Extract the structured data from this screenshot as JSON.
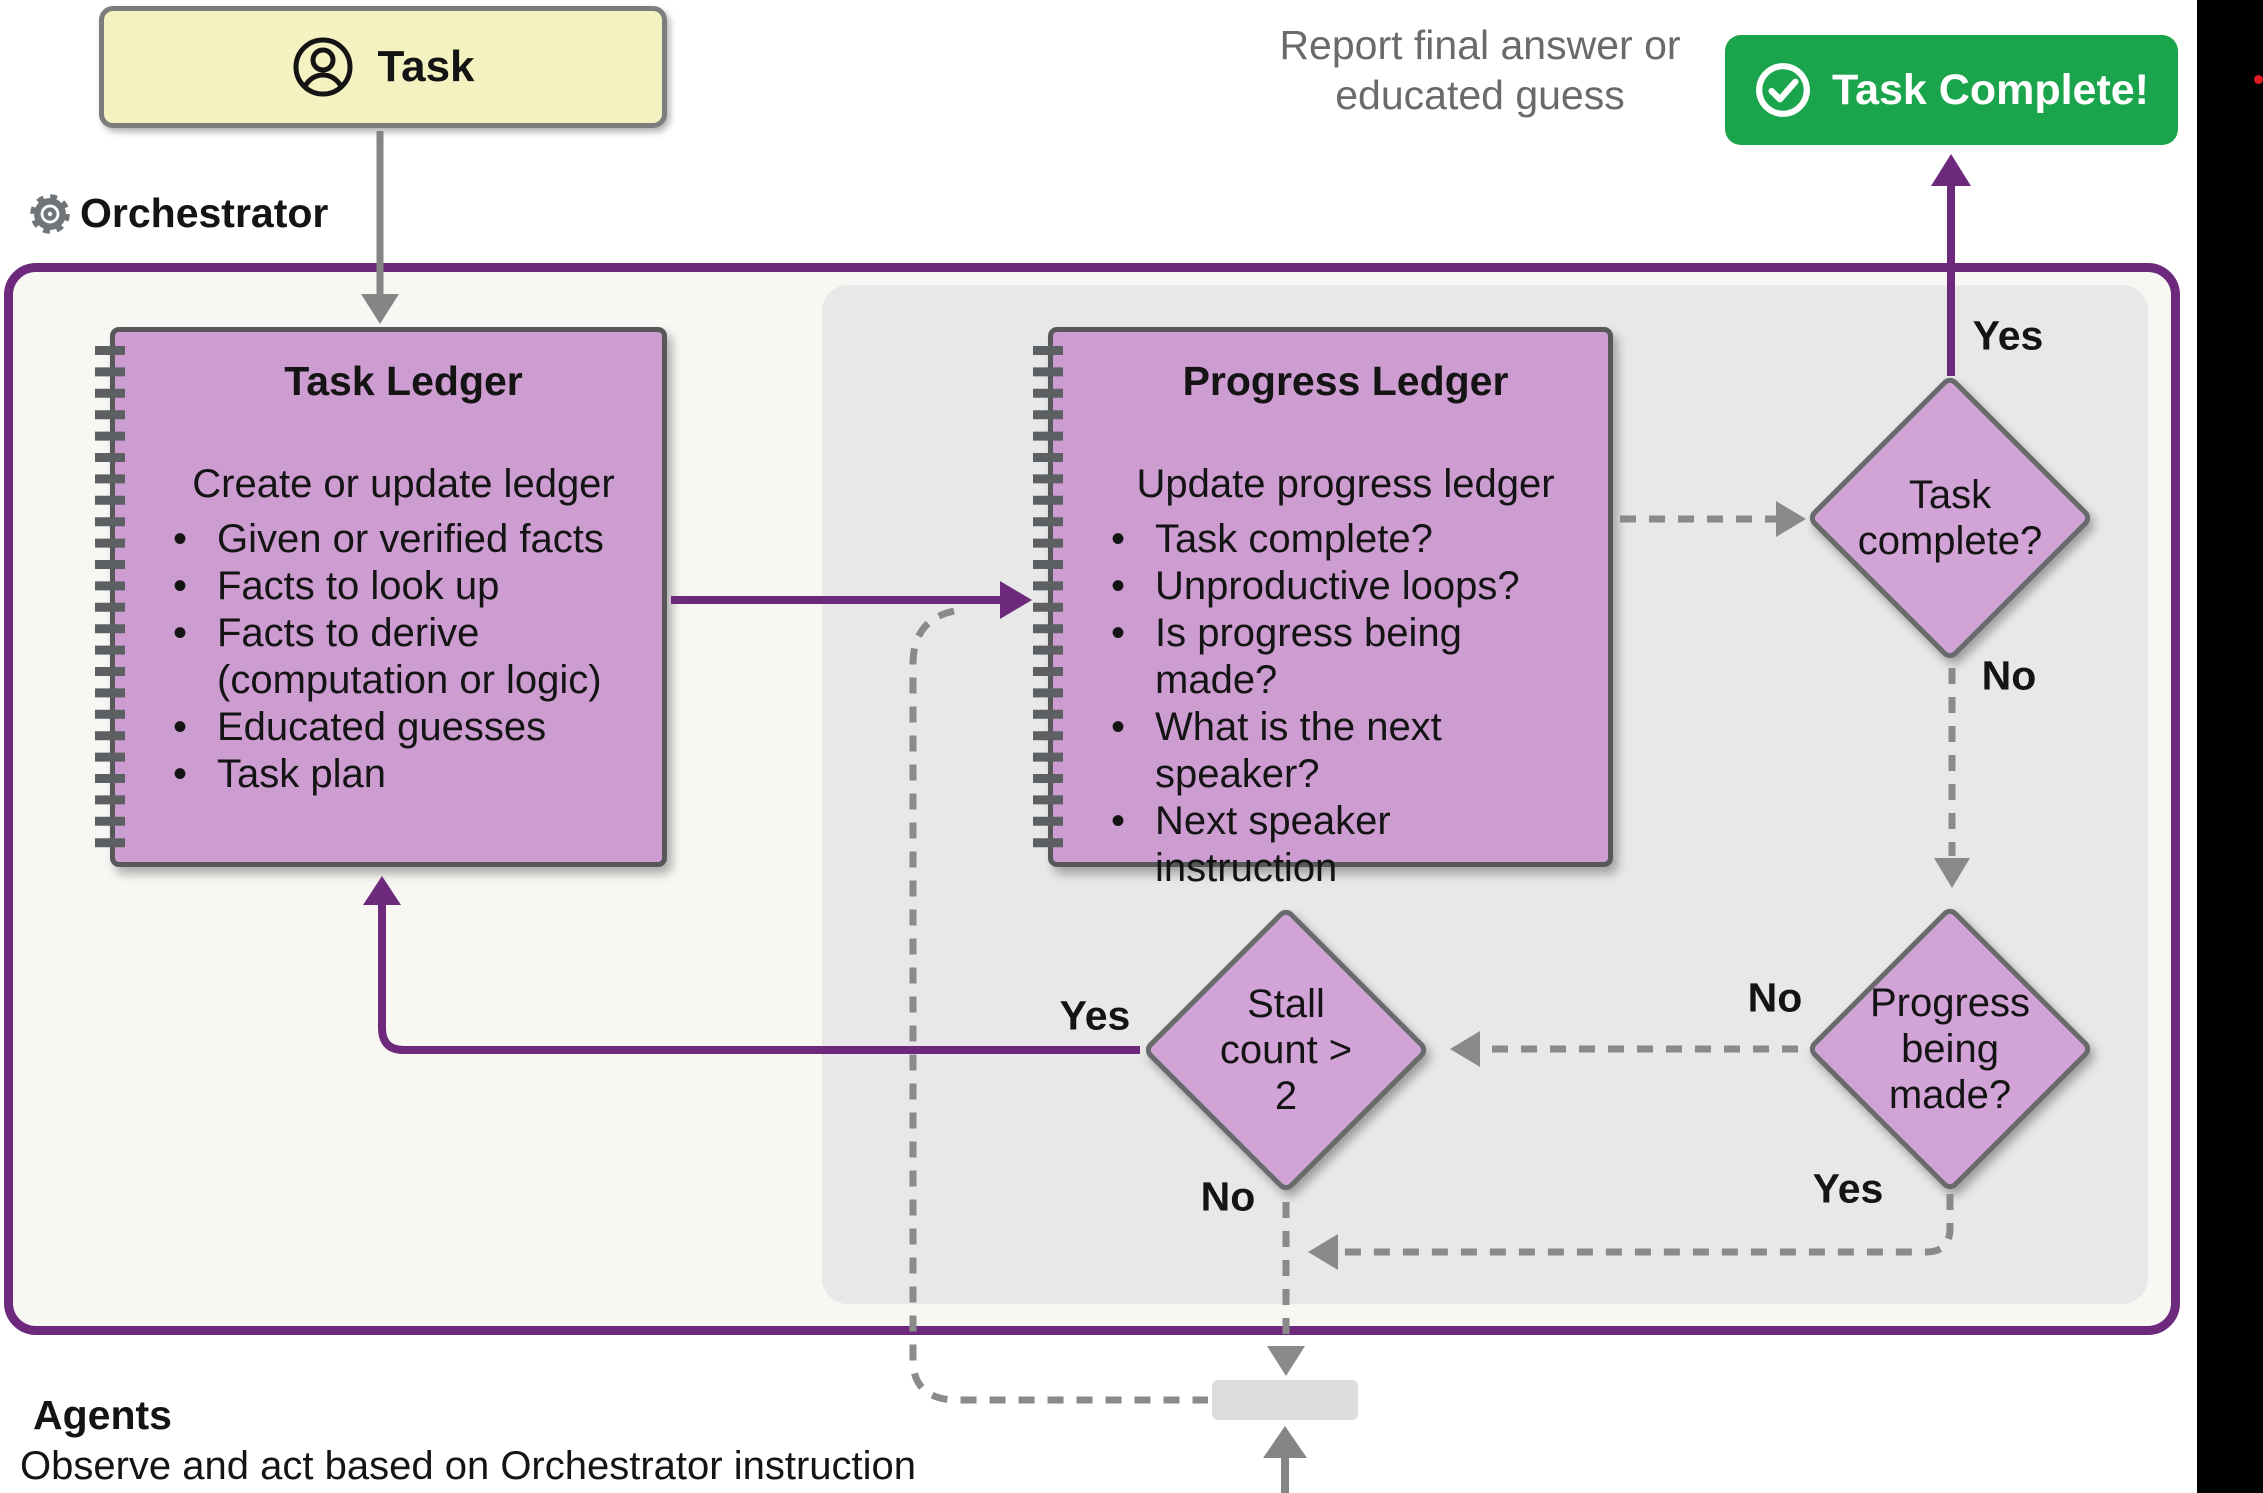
{
  "header": {
    "task_label": "Task",
    "orchestrator_label": "Orchestrator",
    "report_line1": "Report final answer or",
    "report_line2": "educated guess",
    "complete_button_label": "Task Complete!"
  },
  "task_ledger": {
    "title": "Task Ledger",
    "subtitle": "Create or update ledger",
    "bullets": [
      "Given or verified facts",
      "Facts to look up",
      "Facts to derive\n(computation or logic)",
      "Educated guesses",
      "Task plan"
    ]
  },
  "progress_ledger": {
    "title": "Progress Ledger",
    "subtitle": "Update progress ledger",
    "bullets": [
      "Task complete?",
      "Unproductive loops?",
      "Is progress being\nmade?",
      "What is the next\nspeaker?",
      "Next speaker instruction"
    ]
  },
  "decisions": {
    "task_complete": "Task\ncomplete?",
    "progress_being_made": "Progress\nbeing\nmade?",
    "stall_count": "Stall\ncount >\n2"
  },
  "branch_labels": {
    "task_complete_yes": "Yes",
    "task_complete_no": "No",
    "progress_no": "No",
    "progress_yes": "Yes",
    "stall_yes": "Yes",
    "stall_no": "No"
  },
  "agents": {
    "title": "Agents",
    "subtitle": "Observe and act based on Orchestrator instruction"
  },
  "colors": {
    "purple": "#6d2a7d",
    "ledger_fill": "#cd9cd0",
    "diamond_fill": "#d2a3d6",
    "panel_gray": "#e9e8e8",
    "orchestrator_box_fill": "#f8f7f4",
    "task_box_yellow": "#f5f2c1",
    "complete_green": "#1aa54c",
    "dash_gray": "#8a8a8a",
    "report_text_gray": "#6a6a6a",
    "record_dot_red": "#e01b24"
  }
}
